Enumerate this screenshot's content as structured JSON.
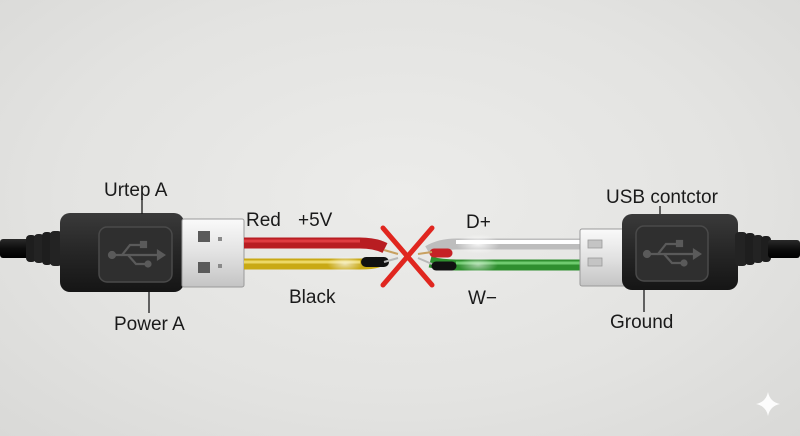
{
  "labels": {
    "left_top": "Urtep A",
    "left_bottom": "Power A",
    "wire_red": "Red",
    "wire_red_voltage": "+5V",
    "wire_black": "Black",
    "wire_dplus": "D+",
    "wire_wminus": "W−",
    "right_top": "USB contctor",
    "right_bottom": "Ground"
  },
  "icons": {
    "usb_symbol_left": "usb-symbol-icon",
    "usb_symbol_right": "usb-symbol-icon",
    "cross_mark": "red-x-icon",
    "corner_mark": "sparkle-icon"
  },
  "colors": {
    "red_wire": "#d9252a",
    "yellow_wire": "#e3c51f",
    "white_wire": "#f2f2f2",
    "green_wire": "#3aa83a",
    "cross": "#e0261f",
    "connector_body": "#2b2b2b",
    "cable": "#111111"
  }
}
